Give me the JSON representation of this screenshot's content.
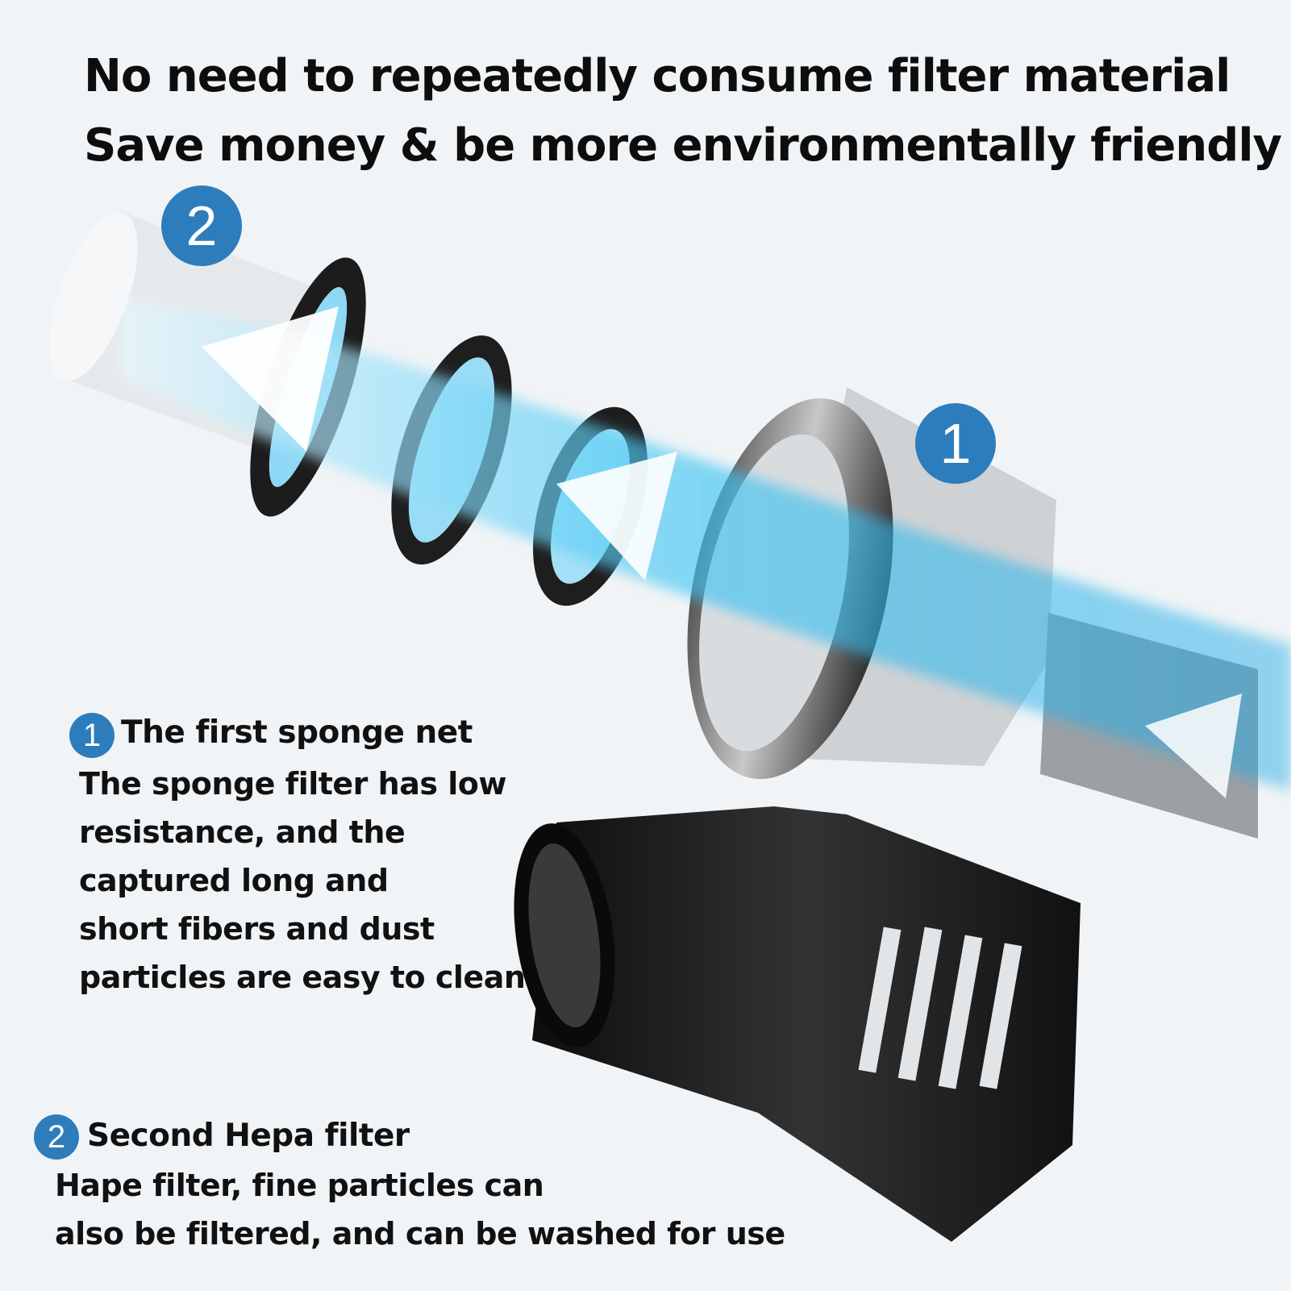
{
  "headline": {
    "line1": "No need to repeatedly consume filter material",
    "line2": "Save money & be more environmentally friendly"
  },
  "badges": {
    "one": "1",
    "two": "2"
  },
  "caption_sponge": {
    "badge": "1",
    "title": "The first sponge net",
    "lines": [
      "The sponge filter has low",
      "resistance, and the",
      "captured long and",
      "short fibers and dust",
      "particles are easy to clean"
    ]
  },
  "caption_hepa": {
    "badge": "2",
    "title": "Second Hepa filter",
    "lines": [
      "Hape filter, fine particles can",
      "also be filtered, and can be washed for use"
    ]
  },
  "colors": {
    "background": "#f1f4f6",
    "badge_blue": "#2d7dbd",
    "airflow_cyan": "#3cc4f2",
    "part_dark": "#1c1c1c",
    "housing_grey": "#bfc3c6"
  }
}
